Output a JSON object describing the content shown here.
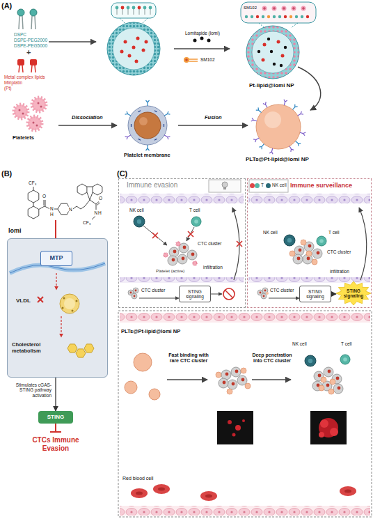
{
  "diagram": {
    "nodes": [
      {
        "text": [
          "VLDL",
          "Cholesterol metabolism"
        ]
      },
      {
        "text": [
          "MTP"
        ],
        "in": 0
      },
      {
        "text": [
          "STING"
        ]
      },
      {
        "text": [
          "Immune evasion"
        ]
      },
      {
        "text": [
          "STING signaling"
        ],
        "in": 3
      },
      {
        "text": [
          "Immune surveillance"
        ]
      },
      {
        "text": [
          "STING signaling"
        ],
        "in": 5
      },
      {
        "text": [
          "STING signaling"
        ],
        "in": 5
      }
    ],
    "edges": [
      {
        "from": 0,
        "to": 2,
        "arrow": "to",
        "label": "Stimulates cGAS-STING pathway activation"
      },
      {
        "from": 6,
        "to": 7,
        "arrow": "to"
      }
    ],
    "labels": [
      "(A)",
      "DSPC",
      "DSPE-PEG2000",
      "DSPE-PEG5000",
      "+",
      "Metal complex lipids",
      "Miriplatin",
      "(Pt)",
      "Lomitapide (lomi)",
      "SM102",
      "SM102",
      "Pt-lipid@lomi NP",
      "Platelets",
      "Dissociation",
      "Platelet membrane",
      "Fusion",
      "PLTs@Pt-lipid@lomi NP",
      "(B)",
      "CF₃",
      "O",
      "N",
      "H",
      "N",
      "O",
      "N",
      "H",
      "CF₃",
      "lomi",
      "CTCs Immune Evasion",
      "(C)",
      "NK cell",
      "T cell",
      "CTC cluster",
      "Platelet (active)",
      "infiltration",
      "CTC cluster",
      "NK cell",
      "T cell",
      "CTC cluster",
      "infiltration",
      "CTC cluster",
      "PLTs@Pt-lipid@lomi NP",
      "Fast binding with rare CTC cluster",
      "Deep penetration into CTC cluster",
      "NK cell",
      "T cell",
      "Red blood cell"
    ],
    "legend": [
      {
        "text": "T",
        "color": "#56b6a6"
      },
      {
        "text": "NK cell",
        "color": "#2b6b78"
      }
    ]
  }
}
